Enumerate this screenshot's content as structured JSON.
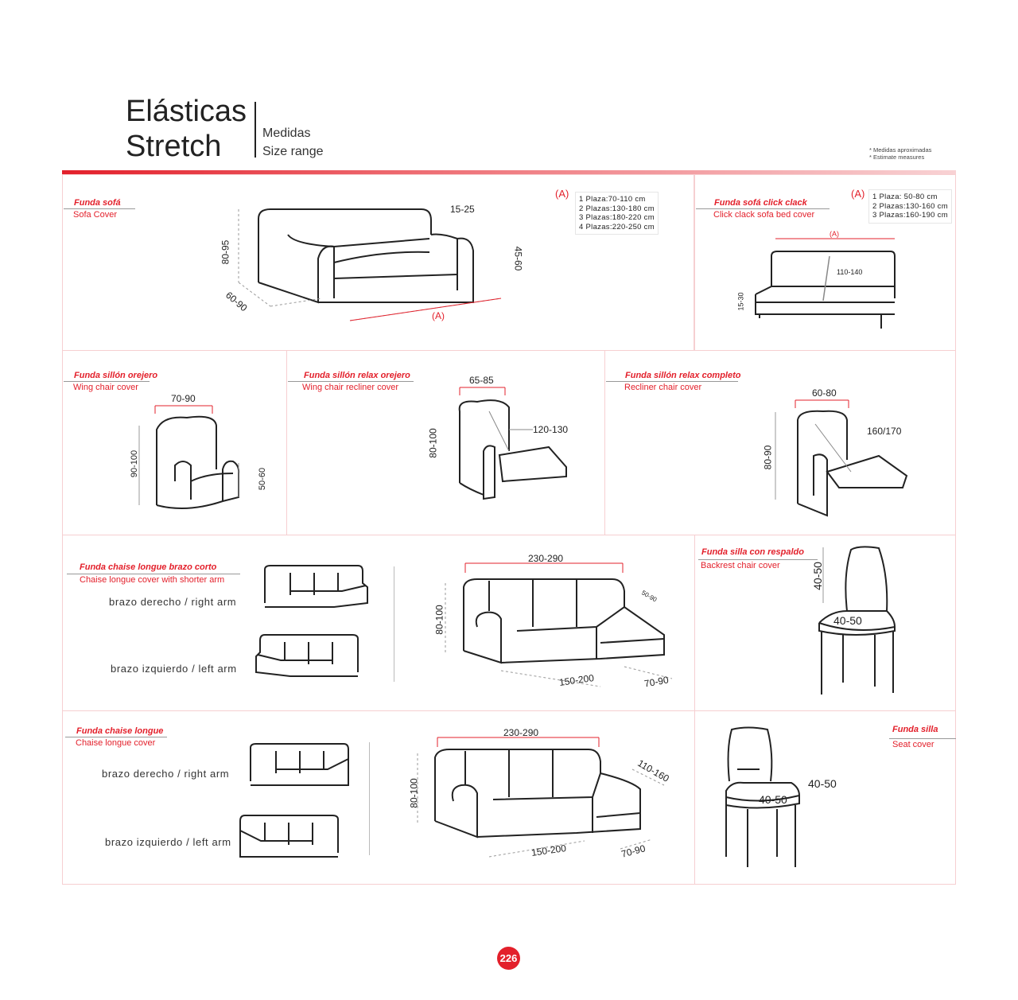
{
  "header": {
    "title_es": "Elásticas",
    "title_en": "Stretch",
    "sub_es": "Medidas",
    "sub_en": "Size range",
    "note1": "* Medidas aproximadas",
    "note2": "* Estimate measures"
  },
  "sofa": {
    "title": "Funda sofá",
    "sub": "Sofa Cover",
    "dims": [
      "80-95",
      "60-90",
      "15-25",
      "45-60",
      "(A)"
    ],
    "a_label": "(A)",
    "sizes": [
      "1 Plaza:70-110 cm",
      "2 Plazas:130-180 cm",
      "3 Plazas:180-220 cm",
      "4 Plazas:220-250 cm"
    ]
  },
  "clickclack": {
    "title": "Funda sofá click clack",
    "sub": "Click clack sofa bed cover",
    "a_label": "(A)",
    "dims": [
      "(A)",
      "110-140",
      "15-30"
    ],
    "sizes": [
      "1 Plaza: 50-80 cm",
      "2 Plazas:130-160 cm",
      "3 Plazas:160-190 cm"
    ]
  },
  "wing": {
    "title": "Funda sillón orejero",
    "sub": "Wing chair cover",
    "dims": [
      "70-90",
      "90-100",
      "50-60"
    ]
  },
  "wingrecliner": {
    "title": "Funda sillón relax orejero",
    "sub": "Wing chair recliner cover",
    "dims": [
      "65-85",
      "120-130",
      "80-100"
    ]
  },
  "recliner": {
    "title": "Funda sillón relax completo",
    "sub": "Recliner chair cover",
    "dims": [
      "60-80",
      "160/170",
      "80-90"
    ]
  },
  "chaiseshort": {
    "title": "Funda chaise longue brazo corto",
    "sub": "Chaise longue cover with shorter arm",
    "right": "brazo derecho / right arm",
    "left": "brazo izquierdo / left arm",
    "dims": [
      "230-290",
      "80-100",
      "50-90",
      "150-200",
      "70-90"
    ]
  },
  "backchair": {
    "title": "Funda silla con respaldo",
    "sub": "Backrest chair cover",
    "dims": [
      "40-50",
      "40-50"
    ]
  },
  "chaise": {
    "title": "Funda chaise longue",
    "sub": "Chaise longue cover",
    "right": "brazo derecho / right arm",
    "left": "brazo izquierdo / left arm",
    "dims": [
      "230-290",
      "80-100",
      "110-160",
      "150-200",
      "70-90"
    ]
  },
  "seat": {
    "title": "Funda silla",
    "sub": "Seat cover",
    "dims": [
      "40-50",
      "40-50"
    ]
  },
  "page": {
    "number": "226"
  },
  "colors": {
    "accent": "#e3202b",
    "border": "#f6cfd1"
  }
}
